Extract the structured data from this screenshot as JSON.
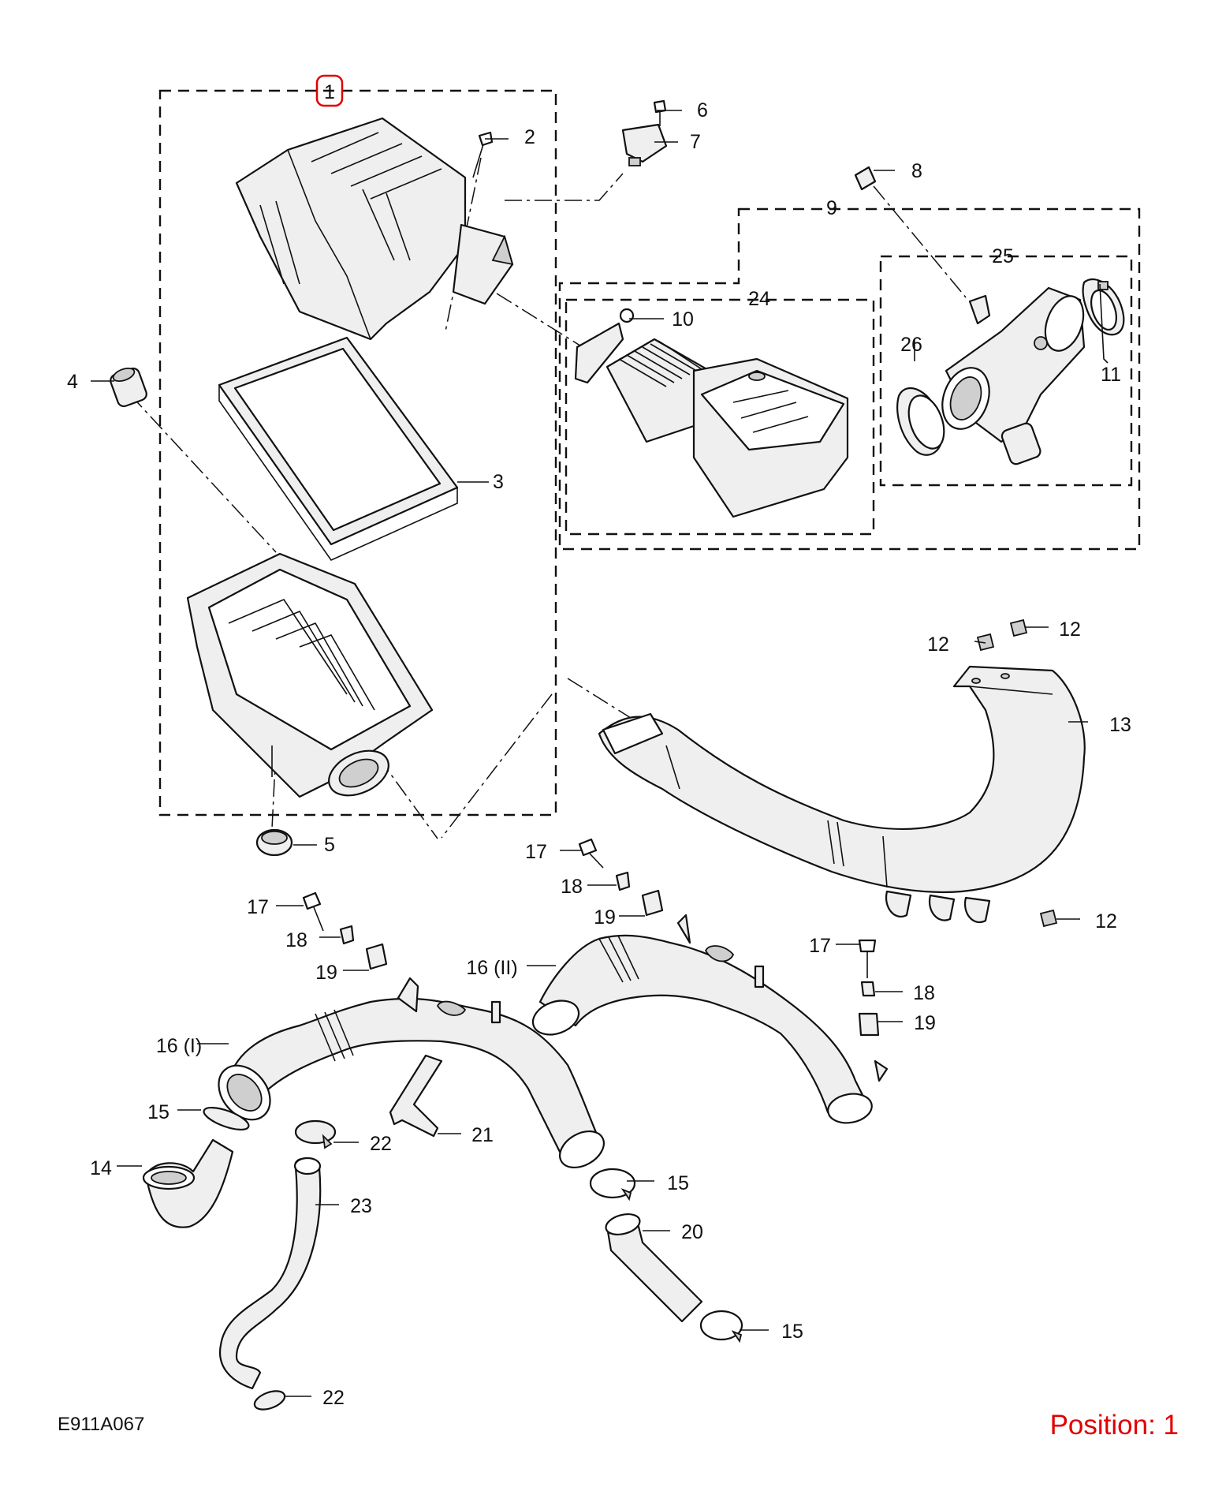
{
  "callouts": {
    "c1": "1",
    "c2": "2",
    "c3": "3",
    "c4": "4",
    "c5": "5",
    "c6": "6",
    "c7": "7",
    "c8": "8",
    "c9": "9",
    "c10": "10",
    "c11": "11",
    "c12a": "12",
    "c12b": "12",
    "c12c": "12",
    "c13": "13",
    "c14": "14",
    "c15a": "15",
    "c15b": "15",
    "c15c": "15",
    "c16i": "16 (I)",
    "c16ii": "16 (II)",
    "c17a": "17",
    "c17b": "17",
    "c17c": "17",
    "c18a": "18",
    "c18b": "18",
    "c18c": "18",
    "c19a": "19",
    "c19b": "19",
    "c19c": "19",
    "c20": "20",
    "c21": "21",
    "c22a": "22",
    "c22b": "22",
    "c23": "23",
    "c24": "24",
    "c25": "25",
    "c26": "26"
  },
  "figure_code": "E911A067",
  "position_label": "Position: 1",
  "highlight_color": "#e00000"
}
